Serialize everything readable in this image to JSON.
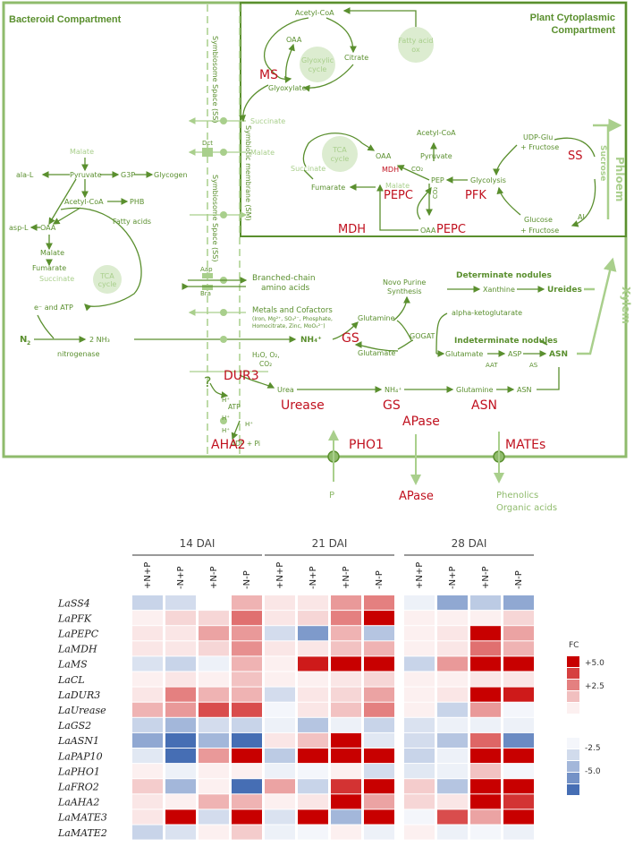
{
  "diagram": {
    "compartments": {
      "bacteroid": "Bacteroid Compartment",
      "plant_line1": "Plant Cytoplasmic",
      "plant_line2": "Compartment",
      "symbiosome_space": "Symbiosome Space (SS)",
      "symbiotic_membrane": "Symbiotic membrane (SM)",
      "symbiosome_space2": "Symbiosome Space (SS)"
    },
    "bacteroid": {
      "malate": "Malate",
      "pyruvate": "Pyruvate",
      "g3p": "G3P",
      "glycogen": "Glycogen",
      "ala": "ala-L",
      "acetylcoa": "Acetyl-CoA",
      "phb": "PHB",
      "fatty": "Fatty acids",
      "oaa": "OAA",
      "asp": "asp-L",
      "malate2": "Malate",
      "fumarate": "Fumarate",
      "succinate": "Succinate",
      "tca": "TCA",
      "tca2": "cycle",
      "eatp": "e⁻ and ATP",
      "n2": "N",
      "n2sub": "2",
      "nh3": "2 NH₃",
      "nitrogenase": "nitrogenase"
    },
    "space": {
      "succinate": "Succinate",
      "malate": "Malate",
      "dct": "Dct",
      "aap": "Aap",
      "bra": "Bra",
      "branched1": "Branched-chain",
      "branched2": "amino acids",
      "metals": "Metals and Cofactors",
      "metals2": "(Iron, Mg²⁺, SO₄²⁻, Phosphate,",
      "metals3": "Homocitrate, Zinc, MoO₄²⁻)",
      "h2o": "H₂O, O₂,",
      "co2": "CO₂",
      "nh4": "NH₄⁺",
      "atp": "ATP",
      "h1": "H⁺",
      "h2": "H⁺",
      "h3": "H⁺",
      "h4": "H⁺",
      "adp": "ADP + Pi",
      "question": "?"
    },
    "plant": {
      "acetylcoa": "Acetyl-CoA",
      "oaa": "OAA",
      "citrate": "Citrate",
      "glyoxylate": "Glyoxylate",
      "glyox1": "Glyoxylic",
      "glyox2": "cycle",
      "fattyacid1": "Fatty acid",
      "fattyacid2": "ox",
      "acetylcoa2": "Acetyl-CoA",
      "tca1": "TCA",
      "tca2": "cycle",
      "succinate": "Succinate",
      "oaa2": "OAA",
      "malate": "Malate",
      "fumarate": "Fumarate",
      "pyruvate": "Pyruvate",
      "co2a": "CO₂",
      "co2b": "CO₂",
      "pep": "PEP",
      "glycolysis": "Glycolysis",
      "oaa3": "OAA",
      "udpglu": "UDP-Glu",
      "fructose": "+ Fructose",
      "glucose": "Glucose",
      "fructose2": "+ Fructose",
      "ai": "AI",
      "phloem": "Phloem",
      "sucrose": "Sucrose",
      "xylem": "Xylem",
      "novo1": "Novo Purine",
      "novo2": "Synthesis",
      "xanthine": "Xanthine",
      "ureides": "Ureides",
      "determinate": "Determinate nodules",
      "glutamine": "Glutamine",
      "glutamate": "Glutamate",
      "gogat": "GOGAT",
      "alphakg": "alpha-ketoglutarate",
      "indeterminate": "Indeterminate nodules",
      "glutamate2": "Glutamate",
      "asp": "ASP",
      "asn": "ASN",
      "aat": "AAT",
      "as": "AS",
      "urea": "Urea",
      "nh4": "NH₄⁺",
      "glutamine2": "Glutamine",
      "asn2": "ASN",
      "p": "P",
      "apase_out": "APase",
      "phenolics": "Phenolics",
      "organic": "Organic acids"
    },
    "enzymes": {
      "ms": "MS",
      "pepc1": "PEPC",
      "mdh_small": "MDH",
      "pfk": "PFK",
      "ss": "SS",
      "mdh": "MDH",
      "pepc2": "PEPC",
      "gs1": "GS",
      "dur3": "DUR3",
      "urease": "Urease",
      "gs2": "GS",
      "asn": "ASN",
      "apase": "APase",
      "pho1": "PHO1",
      "mates": "MATEs",
      "aha2": "AHA2"
    },
    "colors": {
      "green": "#5a8f2e",
      "light_green": "#a9cf8c",
      "red": "#c0111f"
    }
  },
  "heatmap": {
    "time_groups": [
      "14 DAI",
      "21 DAI",
      "28 DAI"
    ],
    "treatments": [
      "+N+P",
      "-N+P",
      "+N-P",
      "-N-P"
    ],
    "genes": [
      "LaSS4",
      "LaPFK",
      "LaPEPC",
      "LaMDH",
      "LaMS",
      "LaCL",
      "LaDUR3",
      "LaUrease",
      "LaGS2",
      "LaASN1",
      "LaPAP10",
      "LaPHO1",
      "LaFRO2",
      "LaAHA2",
      "LaMATE3",
      "LaMATE2"
    ],
    "values": [
      [
        -1.5,
        -1.2,
        0,
        1.5,
        0.5,
        0.5,
        2,
        2.5,
        -0.5,
        -3,
        -1.8,
        -3
      ],
      [
        0.3,
        0.8,
        0.8,
        2.8,
        0.5,
        0.8,
        2.5,
        5,
        0.3,
        0.3,
        0.3,
        0.8
      ],
      [
        0.5,
        0.5,
        1.8,
        2,
        -1.2,
        -3.5,
        1.5,
        -2,
        0.3,
        0.5,
        5,
        1.8
      ],
      [
        0.5,
        0.5,
        0.8,
        2.2,
        0.5,
        0.5,
        1.2,
        1.5,
        0.3,
        0.5,
        2.8,
        1.5
      ],
      [
        -1,
        -1.5,
        -0.5,
        1.5,
        0.3,
        4.5,
        5,
        5,
        -1.5,
        2,
        5,
        5
      ],
      [
        0.3,
        0.5,
        0.3,
        1.2,
        0.3,
        0.3,
        0.5,
        0.8,
        0.3,
        0.3,
        0.5,
        0.5
      ],
      [
        0.5,
        2.5,
        1.5,
        1.5,
        -1.2,
        0.5,
        0.8,
        1.8,
        0.3,
        0.5,
        5,
        4.5
      ],
      [
        1.5,
        2,
        3.5,
        3.5,
        -0.3,
        0.5,
        1.2,
        2.5,
        0.3,
        -1.5,
        2,
        -0.3
      ],
      [
        -1.5,
        -2.5,
        -1.2,
        -1.5,
        -0.5,
        -2,
        -0.5,
        -1.5,
        -1,
        -0.5,
        -0.5,
        -0.5
      ],
      [
        -3,
        -5,
        -2.5,
        -5,
        0.5,
        1.2,
        5,
        -0.8,
        -1.2,
        -2,
        3,
        -4
      ],
      [
        -0.8,
        -5,
        2,
        5,
        -1.8,
        5,
        5,
        5,
        -1.5,
        -0.5,
        5,
        5
      ],
      [
        0.3,
        -0.5,
        0.3,
        0.3,
        -0.5,
        -0.3,
        0.3,
        -1.2,
        -0.8,
        -0.5,
        1.2,
        -0.3
      ],
      [
        1,
        -2.5,
        0.3,
        -5,
        1.8,
        -1.5,
        4,
        5,
        1,
        -2,
        5,
        5
      ],
      [
        0.5,
        0.3,
        1.5,
        1.5,
        0.3,
        0.5,
        5,
        1.8,
        0.8,
        0.5,
        5,
        4
      ],
      [
        0.5,
        5,
        -1.2,
        5,
        -1,
        5,
        -2.5,
        5,
        -0.3,
        3.5,
        1.8,
        5
      ],
      [
        -1.5,
        -1,
        0.3,
        1,
        -0.5,
        -0.3,
        0.3,
        -0.5,
        0.3,
        -0.5,
        -0.3,
        -0.5
      ]
    ],
    "legend": {
      "title": "FC",
      "ticks": [
        "+5.0",
        "+2.5",
        "-2.5",
        "-5.0"
      ]
    }
  }
}
